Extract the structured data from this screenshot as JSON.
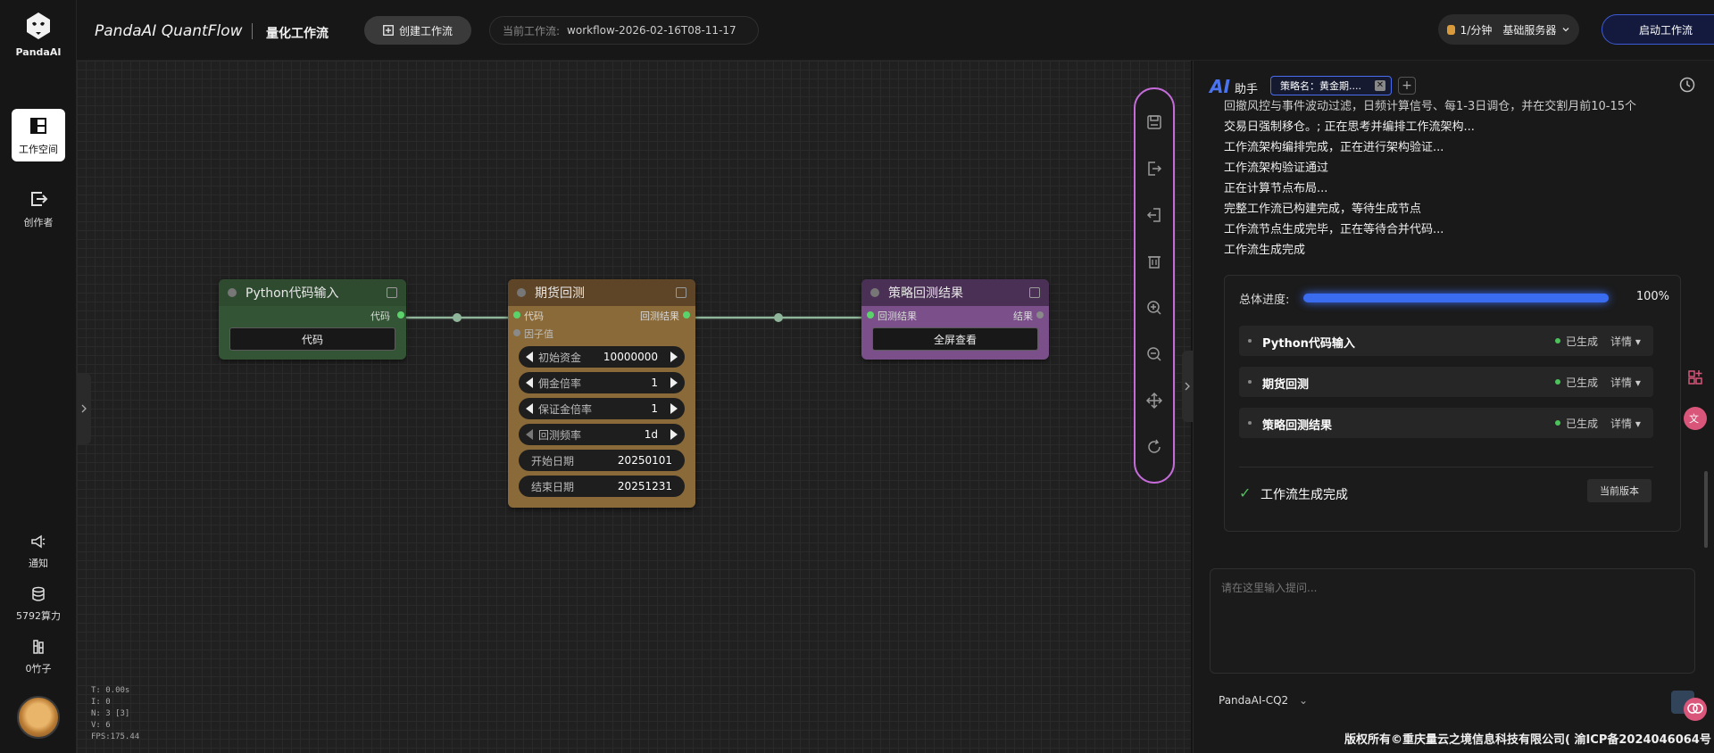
{
  "app": {
    "logo_text": "PandaAI",
    "brand": "PandaAI QuantFlow",
    "brand_sub": "量化工作流",
    "create_button": "创建工作流",
    "current_workflow_label": "当前工作流:",
    "current_workflow_value": "workflow-2026-02-16T08-11-17",
    "server_rate": "1/分钟",
    "server_name": "基础服务器",
    "start_button": "启动工作流"
  },
  "sidebar": {
    "items": [
      {
        "label": "工作空间",
        "icon": "workspace-icon",
        "active": true
      },
      {
        "label": "创作者",
        "icon": "creator-exit-icon",
        "active": false
      }
    ],
    "bottom": [
      {
        "label": "通知",
        "icon": "megaphone-icon"
      },
      {
        "label": "5792算力",
        "icon": "database-icon"
      },
      {
        "label": "0竹子",
        "icon": "bamboo-icon"
      }
    ]
  },
  "canvas": {
    "stats": [
      "T: 0.00s",
      "I: 0",
      "N: 3 [3]",
      "V: 6",
      "FPS:175.44"
    ]
  },
  "nodes": {
    "python": {
      "title": "Python代码输入",
      "out_port": "代码",
      "button": "代码"
    },
    "futures": {
      "title": "期货回测",
      "in_port_1": "代码",
      "in_port_2": "因子值",
      "out_port": "回测结果",
      "widgets": [
        {
          "label": "初始资金",
          "value": "10000000"
        },
        {
          "label": "佣金倍率",
          "value": "1"
        },
        {
          "label": "保证金倍率",
          "value": "1"
        },
        {
          "label": "回测频率",
          "value": "1d"
        },
        {
          "label": "开始日期",
          "value": "20250101"
        },
        {
          "label": "结束日期",
          "value": "20251231"
        }
      ]
    },
    "result": {
      "title": "策略回测结果",
      "in_port": "回测结果",
      "out_port": "结果",
      "button": "全屏查看"
    }
  },
  "assistant": {
    "ai_logo": "AI",
    "title": "助手",
    "tag": "策略名：黄金期....",
    "log_lines": [
      "回撤风控与事件波动过滤，日频计算信号、每1-3日调仓，并在交割月前10-15个",
      "交易日强制移仓。; 正在思考并编排工作流架构...",
      "工作流架构编排完成，正在进行架构验证...",
      "工作流架构验证通过",
      "正在计算节点布局...",
      "完整工作流已构建完成，等待生成节点",
      "工作流节点生成完毕，正在等待合并代码...",
      "工作流生成完成"
    ],
    "progress_label": "总体进度:",
    "progress_value": "100%",
    "progress_fraction": 1.0,
    "steps": [
      {
        "name": "Python代码输入",
        "status": "已生成",
        "detail": "详情 ▾"
      },
      {
        "name": "期货回测",
        "status": "已生成",
        "detail": "详情 ▾"
      },
      {
        "name": "策略回测结果",
        "status": "已生成",
        "detail": "详情 ▾"
      }
    ],
    "done_text": "工作流生成完成",
    "version_button": "当前版本",
    "input_placeholder": "请在这里输入提问...",
    "model": "PandaAI-CQ2"
  },
  "footer": {
    "copyright": "版权所有©重庆量云之境信息科技有限公司( 渝ICP备2024046064号 )"
  },
  "colors": {
    "accent": "#3a6cf0",
    "toolbar_border": "#c56bd9",
    "success": "#4cc35a"
  }
}
